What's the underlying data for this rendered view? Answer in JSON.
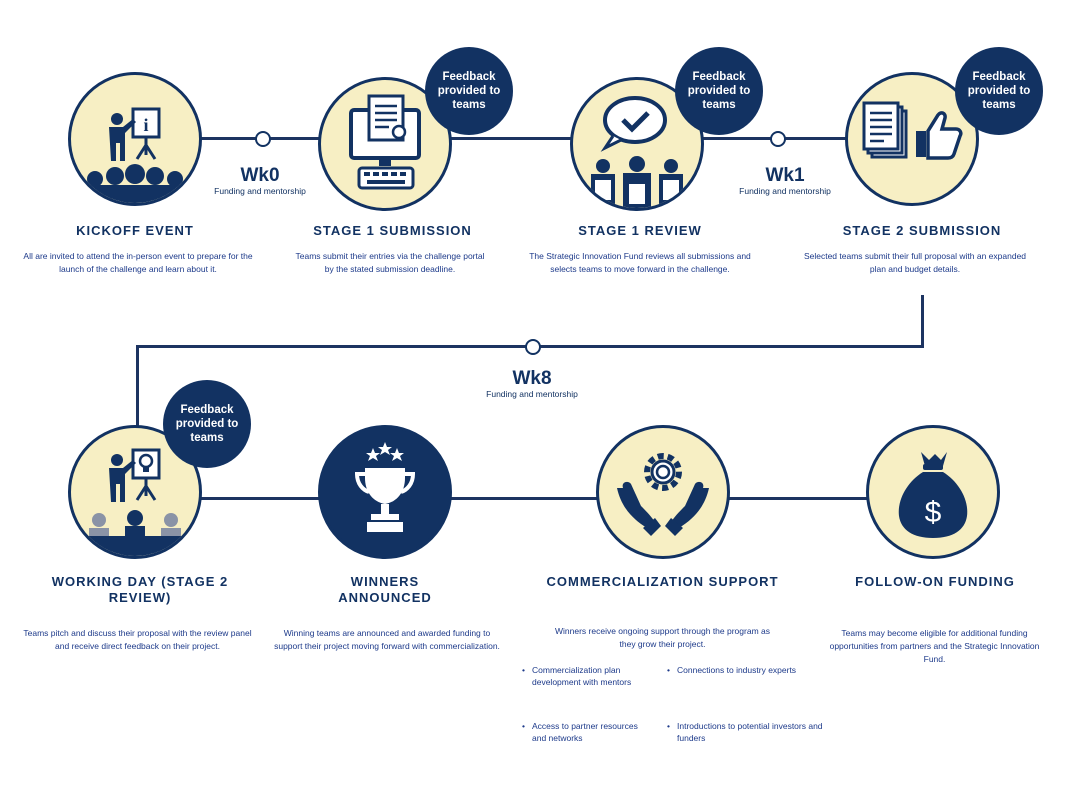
{
  "feedback_label": "Feedback provided to teams",
  "steps": [
    {
      "title": "KICKOFF EVENT",
      "desc": "All are invited to attend the in-person event to prepare for the launch of the challenge and learn about it."
    },
    {
      "title": "STAGE 1 SUBMISSION",
      "desc": "Teams submit their entries via the challenge portal by the stated submission deadline."
    },
    {
      "title": "STAGE 1 REVIEW",
      "desc": "The Strategic Innovation Fund reviews all submissions and selects teams to move forward in the challenge."
    },
    {
      "title": "STAGE 2 SUBMISSION",
      "desc": "Selected teams submit their full proposal with an expanded plan and budget details."
    },
    {
      "title": "WORKING DAY (STAGE 2 REVIEW)",
      "desc": "Teams pitch and discuss their proposal with the review panel and receive direct feedback on their project."
    },
    {
      "title": "WINNERS ANNOUNCED",
      "desc": "Winning teams are announced and awarded funding to support their project moving forward with commercialization."
    },
    {
      "title": "COMMERCIALIZATION SUPPORT",
      "desc": "Winners receive ongoing support through the program as they grow their project."
    },
    {
      "title": "FOLLOW-ON FUNDING",
      "desc": "Teams may become eligible for additional funding opportunities from partners and the Strategic Innovation Fund."
    }
  ],
  "weeks": [
    {
      "n": "Wk0",
      "s": "Funding and mentorship"
    },
    {
      "n": "Wk1",
      "s": "Funding and mentorship"
    },
    {
      "n": "Wk8",
      "s": "Funding and mentorship"
    }
  ],
  "support_bullets": [
    "Commercialization plan development with mentors",
    "Access to partner resources and networks",
    "Connections to industry experts",
    "Introductions to potential investors and funders"
  ],
  "icons": {
    "kickoff": "presenter-info-board-icon",
    "stage1_sub": "computer-document-icon",
    "stage1_rev": "review-checkmark-bubble-icon",
    "stage2_sub": "documents-thumbs-up-icon",
    "working_day": "presenter-lightbulb-icon",
    "winners": "trophy-icon",
    "commercial": "hands-gear-icon",
    "funding": "money-bag-icon"
  },
  "colors": {
    "navy": "#123262",
    "cream": "#f7efc4",
    "text": "#1d3a8a"
  }
}
